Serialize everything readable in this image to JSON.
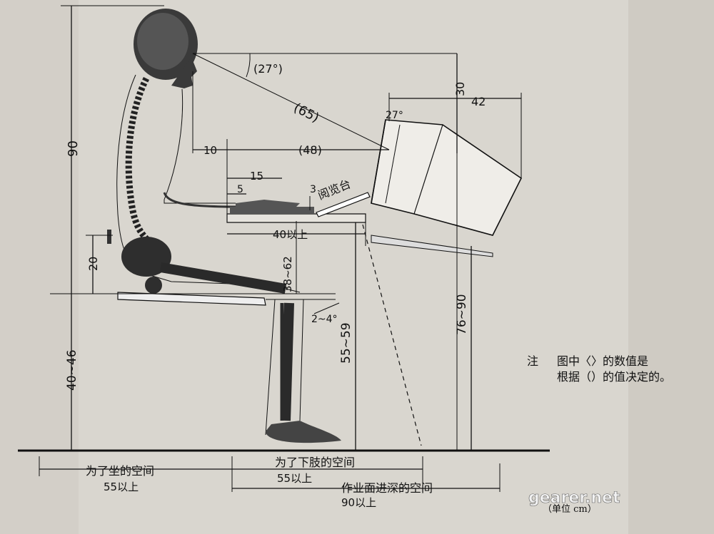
{
  "dimensions": {
    "seat_height": "40~46",
    "eye_height": "90",
    "backrest": "20",
    "thigh_clear": "38~62",
    "knee_space": "55~59",
    "table_height": "76~90",
    "screen_top": "30",
    "screen_depth": "42",
    "eye_angle": "(27°)",
    "screen_angle": "27°",
    "view_dist": "(65)",
    "eye_offset": "10",
    "screen_dist": "(48)",
    "kb_dist": "15",
    "kb_small": "5",
    "holder_h": "3",
    "desk_depth": "40以上",
    "seat_tilt": "2~4°"
  },
  "labels": {
    "reading_stand": "阅览台",
    "seat_space_1": "为了坐的空间",
    "seat_space_2": "55以上",
    "leg_space_1": "为了下肢的空间",
    "leg_space_2": "55以上",
    "work_space_1": "作业面进深的空间",
    "work_space_2": "90以上",
    "unit": "（单位 cm）",
    "note_prefix": "注",
    "note_line1": "图中〈〉的数值是",
    "note_line2": "根据（）的值决定的。",
    "watermark": "gearer.net"
  },
  "colors": {
    "paper": "#d9d6cf",
    "ink": "#111111",
    "bone": "#2a2a2a",
    "faint_text": "#bdb9b1"
  }
}
